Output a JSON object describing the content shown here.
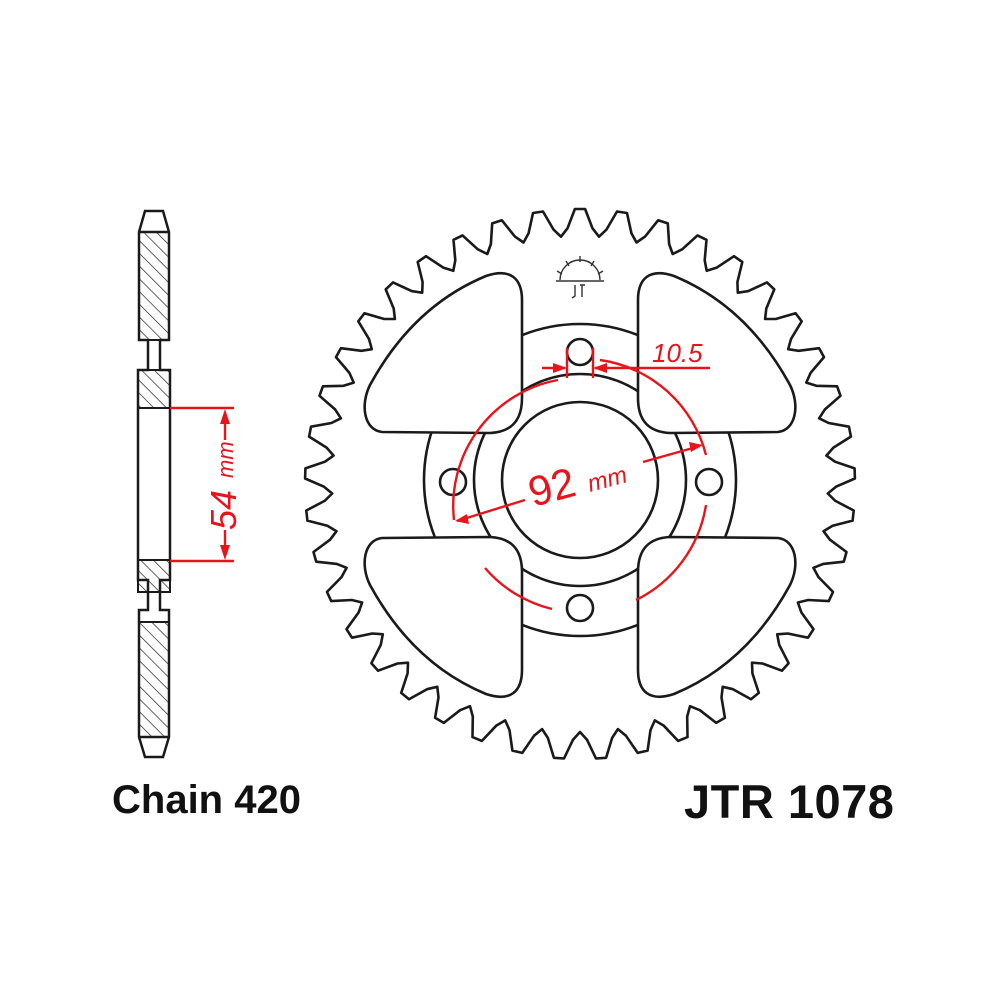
{
  "labels": {
    "chain": "Chain 420",
    "part_number": "JTR 1078"
  },
  "dimensions": {
    "bore_diameter_value": "92",
    "bore_diameter_unit": "mm",
    "bolt_hole_value": "10.5",
    "offset_value": "54",
    "offset_unit": "mm"
  },
  "sprocket": {
    "teeth": 41,
    "bolt_holes": 4
  },
  "colors": {
    "outline": "#1a1a1a",
    "dimension": "#e8141c",
    "background": "#ffffff"
  },
  "icons": {
    "logo": "jt-sunrise-logo-icon"
  }
}
